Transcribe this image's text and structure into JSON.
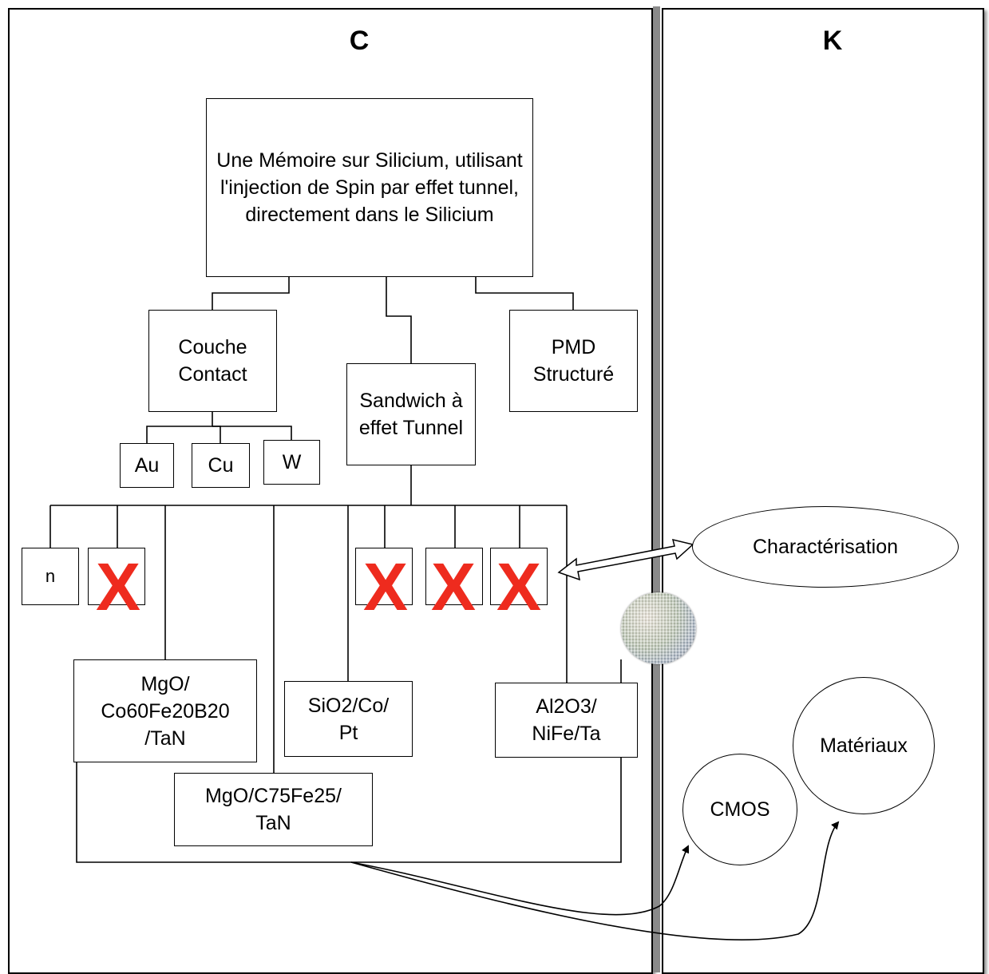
{
  "panels": {
    "left_title": "C",
    "right_title": "K"
  },
  "root": "Une Mémoire sur Silicium, utilisant l'injection de Spin par effet tunnel, directement dans le Silicium",
  "level1": {
    "couche_contact": "Couche Contact",
    "sandwich": "Sandwich à effet Tunnel",
    "pmd": "PMD Structuré"
  },
  "contacts": [
    "Au",
    "Cu",
    "W"
  ],
  "small_boxes": {
    "n": "n"
  },
  "crossed_mark": "X",
  "stacks": {
    "mgo_cofeb": "MgO/ Co60Fe20B20 /TaN",
    "sio2": "SiO2/Co/ Pt",
    "al2o3": "Al2O3/ NiFe/Ta",
    "mgo_cfe": "MgO/C75Fe25/ TaN"
  },
  "ellipses": {
    "characterisation": "Charactérisation",
    "cmos": "CMOS",
    "materiaux": "Matériaux"
  },
  "colors": {
    "cross": "#ee2b1e",
    "separator": "#8a8a8a"
  },
  "icons": {
    "wafer": "silicon-wafer-icon"
  }
}
